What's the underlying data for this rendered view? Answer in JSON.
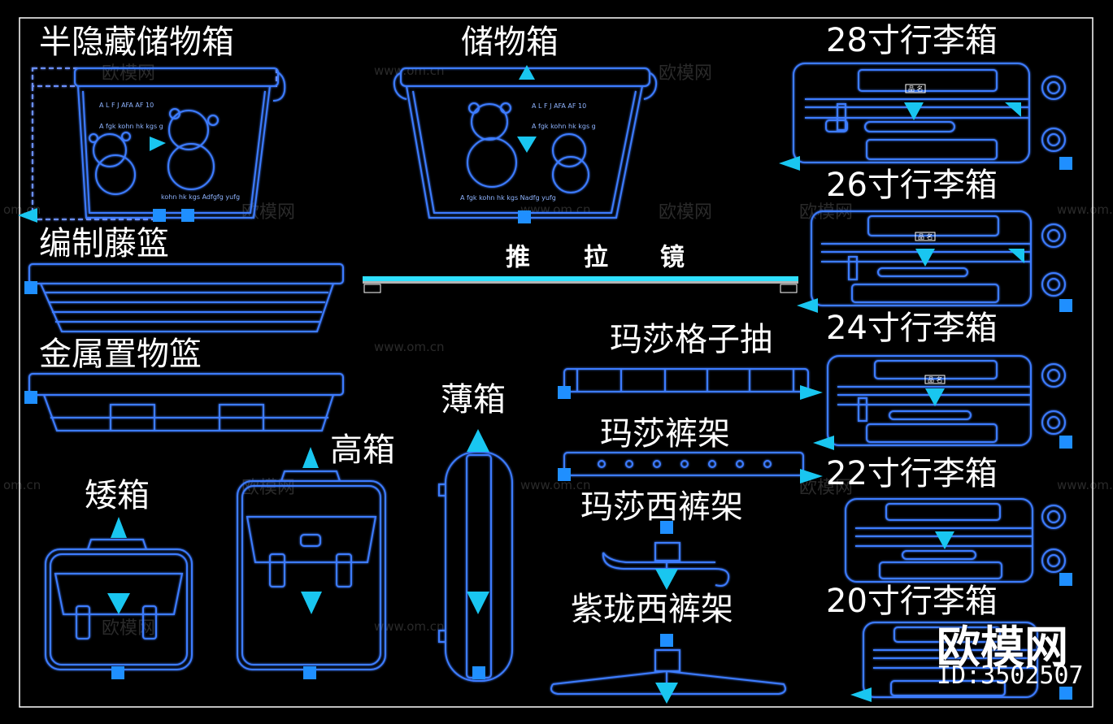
{
  "labels": {
    "half_hidden_box": "半隐藏储物箱",
    "storage_box": "储物箱",
    "suitcase_28": "28寸行李箱",
    "suitcase_26": "26寸行李箱",
    "suitcase_24": "24寸行李箱",
    "suitcase_22": "22寸行李箱",
    "suitcase_20": "20寸行李箱",
    "woven_basket": "编制藤篮",
    "metal_basket": "金属置物篮",
    "sliding_mirror": [
      "推",
      "拉",
      "镜"
    ],
    "grid_drawer": "玛莎格子抽",
    "pants_rack": "玛莎裤架",
    "trouser_rack": "玛莎西裤架",
    "purple_trouser_rack": "紫珑西裤架",
    "thin_box": "薄箱",
    "tall_box": "高箱",
    "short_box": "矮箱"
  },
  "box_print": {
    "line1": "A L F J AFA AF 10",
    "line2": "A fgk kohn hk kgs g",
    "line3": "A fgk kohn hk kgs  Nadfg yufg",
    "line4": "kohn hk kgs Adfgfg yufg"
  },
  "tag_text": "品 名",
  "watermark": {
    "text": "欧模网",
    "url": "www.om.cn",
    "url_edge": "om.cn"
  },
  "brand": {
    "name": "欧模网",
    "id": "ID:3502507"
  },
  "colors": {
    "background": "#000000",
    "line": "#3d7bff",
    "line_glow": "#8fb4ff",
    "marker": "#1f8fff",
    "arrow": "#19c6f0",
    "frame": "#ffffff",
    "mirror": "#2ee0ff"
  }
}
